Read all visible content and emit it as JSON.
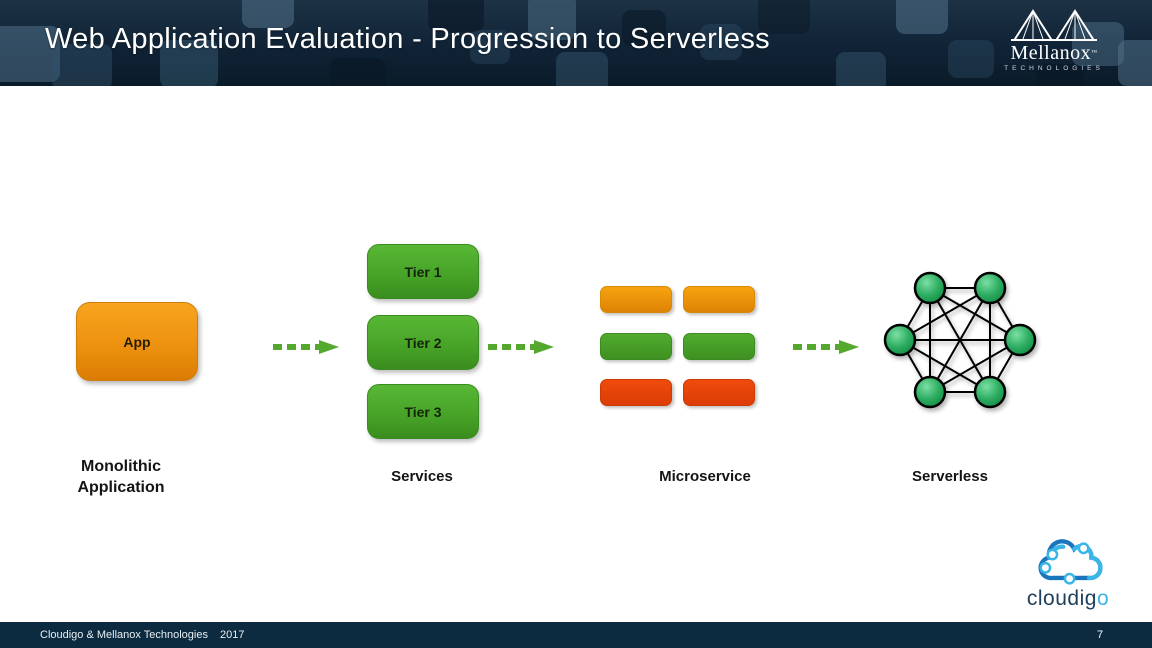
{
  "header": {
    "title": "Web Application Evaluation - Progression to Serverless",
    "mellanox_logo": {
      "wordmark": "Mellanox",
      "tm": "™",
      "subtext": "TECHNOLOGIES"
    }
  },
  "diagram": {
    "app_box_label": "App",
    "tiers": [
      "Tier 1",
      "Tier 2",
      "Tier 3"
    ],
    "stage_labels": {
      "monolithic": "Monolithic Application",
      "services": "Services",
      "microservice": "Microservice",
      "serverless": "Serverless"
    },
    "microservice_grid": {
      "rows": 3,
      "cols": 2
    },
    "serverless_node_count": 6
  },
  "cloudigo_logo": {
    "wordmark_main": "cloudig",
    "wordmark_accent": "o"
  },
  "footer": {
    "company": "Cloudigo & Mellanox Technologies",
    "year": "2017",
    "page": "7"
  },
  "colors": {
    "app_orange": "#F7A41F",
    "app_orange_dark": "#DA7C02",
    "tier_green": "#58B735",
    "tier_green_dark": "#3A8D1E",
    "ms_orange": "#F6A310",
    "ms_orange_dark": "#DE8306",
    "ms_green": "#50AB2E",
    "ms_green_dark": "#3F9022",
    "ms_red": "#EF4B0C",
    "ms_red_dark": "#DC3D05",
    "arrow_green": "#55A82E",
    "node_green_light": "#7CDFA4",
    "node_green": "#2FAE63",
    "node_green_dark": "#0E8C44",
    "footer_bg": "#0C2B40",
    "cloud_light": "#3AB5E8",
    "cloud_dark": "#1B75BC",
    "wordmark_navy": "#1E3E5C"
  }
}
